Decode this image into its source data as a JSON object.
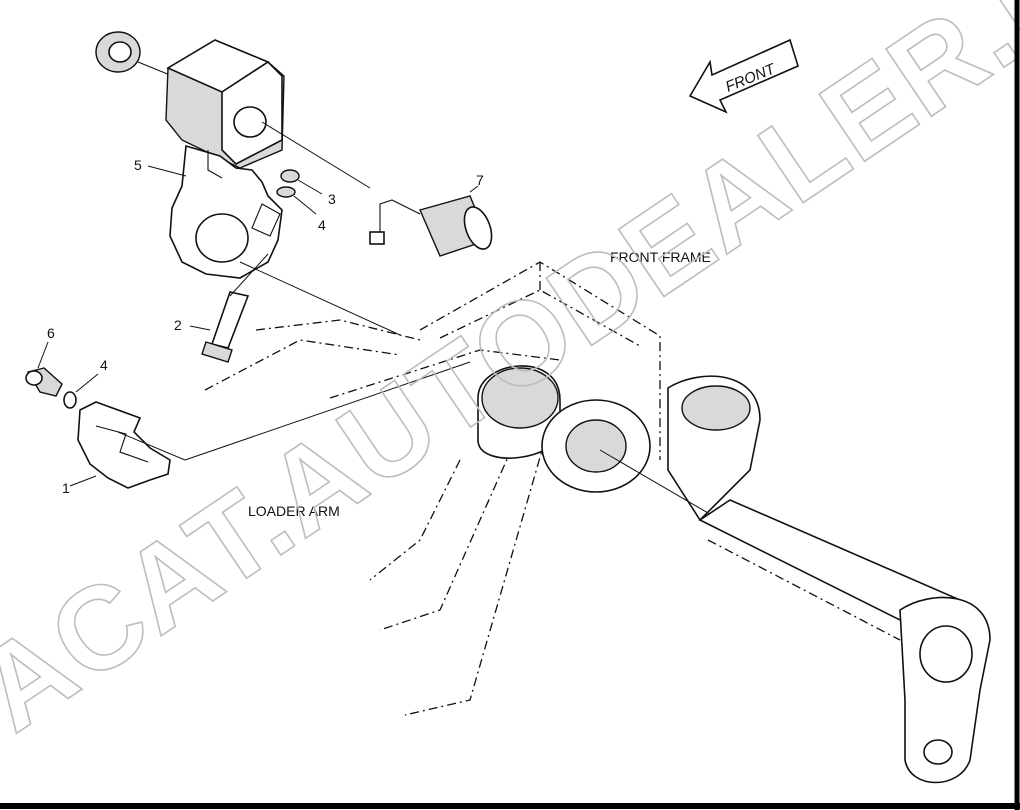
{
  "labels": {
    "front_frame": "FRONT FRAME",
    "loader_arm": "LOADER ARM",
    "front_arrow": "FRONT"
  },
  "callouts": [
    "1",
    "2",
    "3",
    "4",
    "4",
    "5",
    "6",
    "7"
  ],
  "watermark": "ACAT.AUTODEALER.RU",
  "colors": {
    "line": "#111111",
    "shade": "#d9d9d9",
    "watermark": "#bdbdbd",
    "border": "#000000"
  }
}
